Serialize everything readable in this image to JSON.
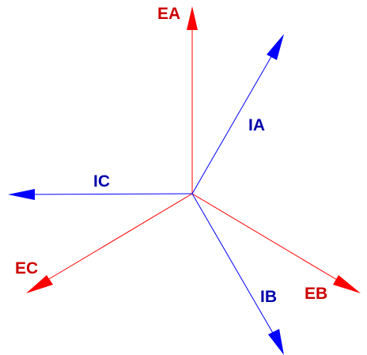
{
  "colors": {
    "voltage": "#ff0000",
    "voltage_label": "#cc0000",
    "current": "#0000ff",
    "current_label": "#0000aa"
  },
  "vectors": [
    {
      "id": "ea",
      "label": "EA",
      "kind": "voltage"
    },
    {
      "id": "eb",
      "label": "EB",
      "kind": "voltage"
    },
    {
      "id": "ec",
      "label": "EC",
      "kind": "voltage"
    },
    {
      "id": "ia",
      "label": "IA",
      "kind": "current"
    },
    {
      "id": "ib",
      "label": "IB",
      "kind": "current"
    },
    {
      "id": "ic",
      "label": "IC",
      "kind": "current"
    }
  ]
}
